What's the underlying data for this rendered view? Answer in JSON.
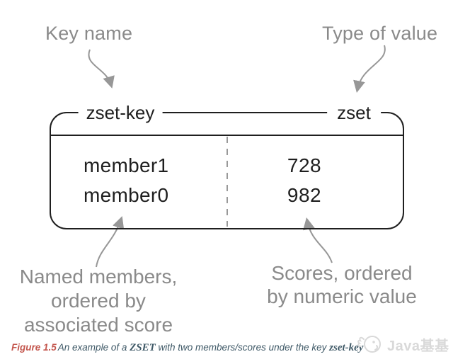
{
  "annotations": {
    "key_name": "Key name",
    "type_of_value": "Type of value",
    "members_note": [
      "Named members,",
      "ordered by",
      "associated score"
    ],
    "scores_note": [
      "Scores, ordered",
      "by numeric value"
    ]
  },
  "box": {
    "key_name": "zset-key",
    "value_type": "zset",
    "rows": [
      {
        "member": "member1",
        "score": "728"
      },
      {
        "member": "member0",
        "score": "982"
      }
    ]
  },
  "caption": {
    "figure_label": "Figure 1.5",
    "segments": {
      "before": "An example of a ",
      "term1": "ZSET",
      "middle": " with two members/scores under the key ",
      "term2": "zset-key"
    }
  },
  "watermark": {
    "brand": "Java基基"
  },
  "colors": {
    "box_border": "#1f1f1f",
    "annotation_gray": "#8a8a8a",
    "arrow_gray": "#979797",
    "divider_gray": "#999999",
    "caption_text": "#3e5866",
    "figure_label_red": "#c4574e",
    "watermark_gray": "#d9d9d9",
    "background": "#ffffff"
  }
}
